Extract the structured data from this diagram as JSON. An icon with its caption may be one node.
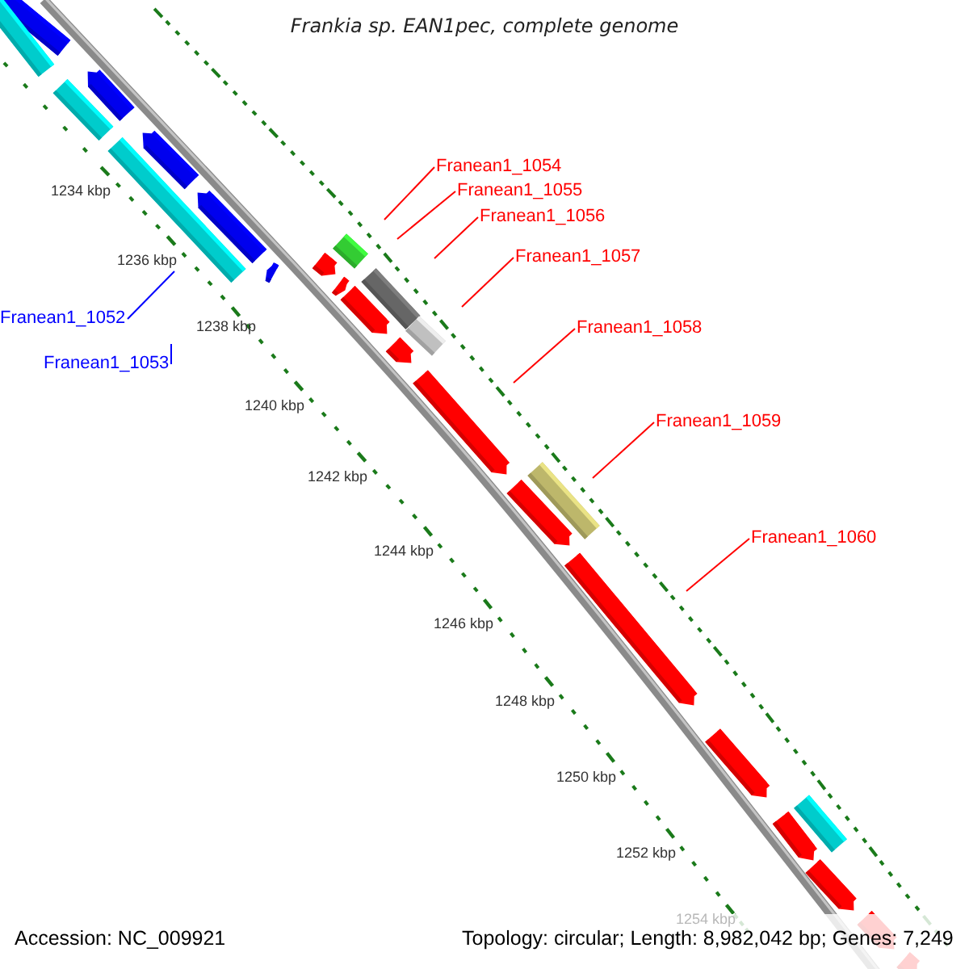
{
  "diagram": {
    "title": "Frankia sp. EAN1pec, complete genome",
    "nodes": [
      {
        "text": [
          "Franean1_1052"
        ]
      },
      {
        "text": [
          "Franean1_1053"
        ]
      },
      {
        "text": [
          "Franean1_1054"
        ]
      },
      {
        "text": [
          "Franean1_1055"
        ]
      },
      {
        "text": [
          "Franean1_1056"
        ]
      },
      {
        "text": [
          "Franean1_1057"
        ]
      },
      {
        "text": [
          "Franean1_1058"
        ]
      },
      {
        "text": [
          "Franean1_1059"
        ]
      },
      {
        "text": [
          "Franean1_1060"
        ]
      }
    ],
    "edges": [
      {
        "from": 0,
        "to": null,
        "arrow": "none",
        "color": "#0000ff"
      },
      {
        "from": 1,
        "to": null,
        "arrow": "none",
        "color": "#0000ff"
      },
      {
        "from": 2,
        "to": null,
        "arrow": "none"
      },
      {
        "from": 3,
        "to": null,
        "arrow": "none"
      },
      {
        "from": 4,
        "to": null,
        "arrow": "none"
      },
      {
        "from": 5,
        "to": null,
        "arrow": "none"
      },
      {
        "from": 6,
        "to": null,
        "arrow": "none"
      },
      {
        "from": 7,
        "to": null,
        "arrow": "none"
      },
      {
        "from": 8,
        "to": null,
        "arrow": "none"
      }
    ],
    "labels": [
      "1234 kbp",
      "1236 kbp",
      "1238 kbp",
      "1240 kbp",
      "1242 kbp",
      "1244 kbp",
      "1246 kbp",
      "1248 kbp",
      "1250 kbp",
      "1252 kbp",
      "1254 kbp",
      "Accession: NC_009921",
      "Topology: circular; Length: 8,982,042 bp; Genes: 7,249"
    ]
  }
}
